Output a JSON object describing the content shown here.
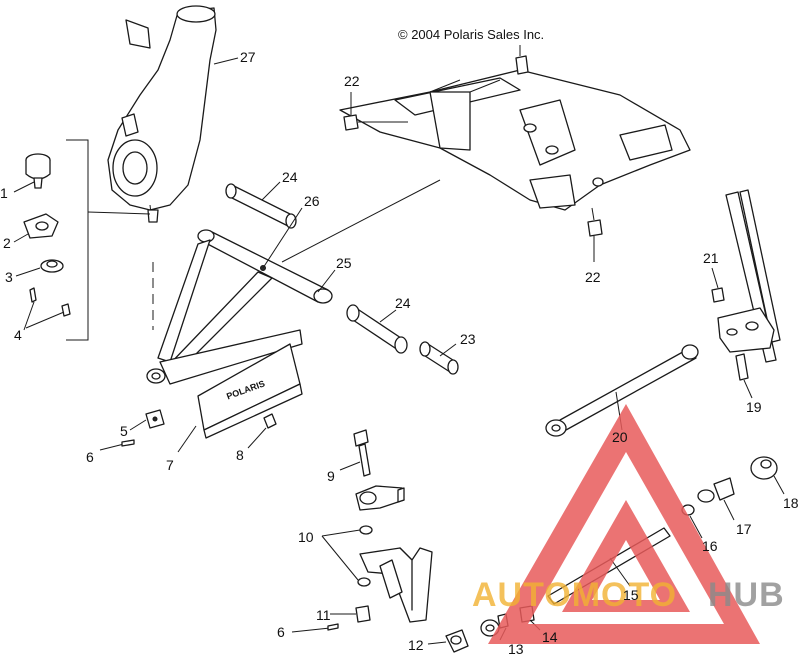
{
  "copyright": "© 2004 Polaris Sales Inc.",
  "guard_brand": "POLARIS",
  "callouts": {
    "c1": "1",
    "c2": "2",
    "c3": "3",
    "c4": "4",
    "c5": "5",
    "c6a": "6",
    "c6b": "6",
    "c7": "7",
    "c8": "8",
    "c9": "9",
    "c10": "10",
    "c11": "11",
    "c12": "12",
    "c13": "13",
    "c14": "14",
    "c15": "15",
    "c16": "16",
    "c17": "17",
    "c18": "18",
    "c19": "19",
    "c20": "20",
    "c21": "21",
    "c22a": "22",
    "c22b": "22",
    "c23": "23",
    "c24a": "24",
    "c24b": "24",
    "c25": "25",
    "c26": "26",
    "c27": "27"
  },
  "watermark": {
    "auto": "AUTOMOTO",
    "hub": "HUB"
  },
  "colors": {
    "watermark_red": "#e85a5a",
    "watermark_gold": "#f2b233",
    "watermark_gray": "#8a8a8a"
  }
}
